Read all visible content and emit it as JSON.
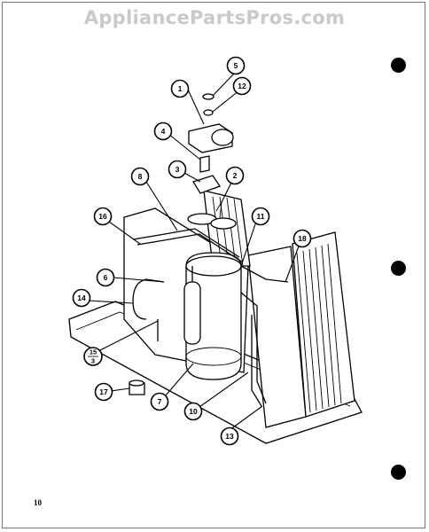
{
  "watermark": {
    "text": "AppliancePartsPros.com"
  },
  "page_number": "10",
  "callouts": [
    {
      "id": "c1",
      "label": "1"
    },
    {
      "id": "c2",
      "label": "2"
    },
    {
      "id": "c3",
      "label": "3"
    },
    {
      "id": "c4",
      "label": "4"
    },
    {
      "id": "c5",
      "label": "5"
    },
    {
      "id": "c6",
      "label": "6"
    },
    {
      "id": "c7",
      "label": "7"
    },
    {
      "id": "c8",
      "label": "8"
    },
    {
      "id": "c10",
      "label": "10"
    },
    {
      "id": "c11",
      "label": "11"
    },
    {
      "id": "c12",
      "label": "12"
    },
    {
      "id": "c13",
      "label": "13"
    },
    {
      "id": "c14",
      "label": "14"
    },
    {
      "id": "c15",
      "label_top": "15",
      "label_bottom": "3"
    },
    {
      "id": "c16",
      "label": "16"
    },
    {
      "id": "c17",
      "label": "17"
    },
    {
      "id": "c18",
      "label": "18"
    }
  ],
  "colors": {
    "ink": "#000000",
    "watermark": "#c9c9c9",
    "paper": "#ffffff"
  }
}
